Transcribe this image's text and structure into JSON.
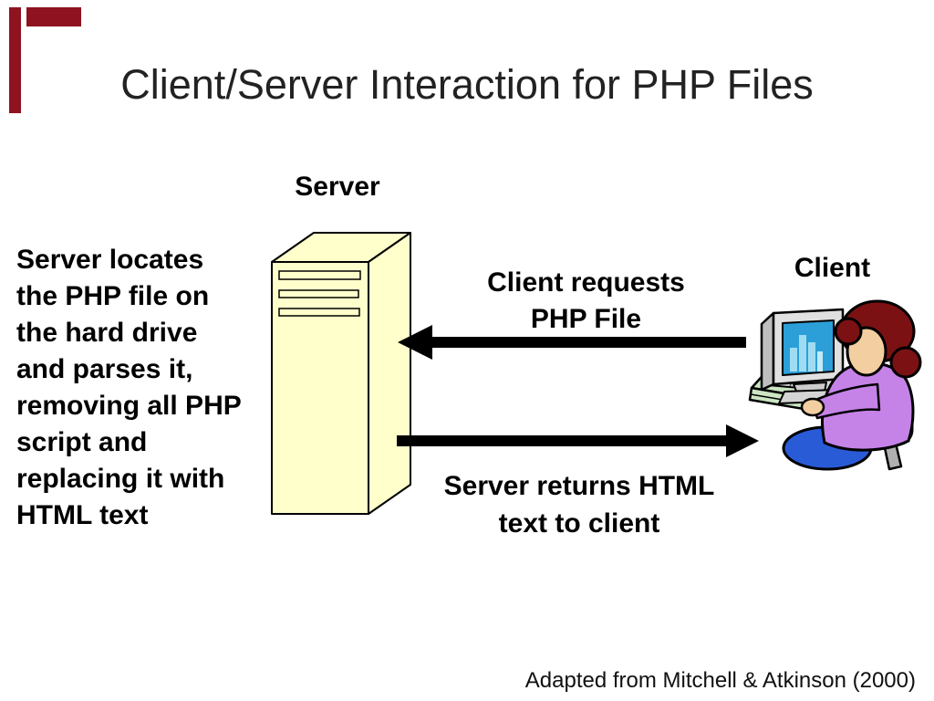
{
  "title": "Client/Server Interaction for PHP Files",
  "diagram": {
    "server_label": "Server",
    "client_label": "Client",
    "server_process_text": "Server locates\nthe PHP file on\nthe hard drive\nand parses it,\nremoving all PHP\nscript and\nreplacing it with\nHTML text",
    "request_arrow_label": "Client requests\nPHP File",
    "response_arrow_label": "Server returns HTML\ntext to client"
  },
  "footer": {
    "attribution": "Adapted from Mitchell & Atkinson (2000)"
  },
  "icons": {
    "server_tower": "server-tower-3d",
    "request_arrow": "thick-left-arrow",
    "response_arrow": "thick-right-arrow",
    "client_workstation": "person-at-computer-clipart"
  },
  "colors": {
    "accent_bar": "#8E1220",
    "background": "#FFFFFF",
    "title_text": "#222222",
    "body_text": "#000000",
    "server_box_fill": "#FFFFCC",
    "outline": "#000000",
    "arrow": "#000000",
    "monitor_case": "#E0E0E0",
    "monitor_screen": "#2C9FD9",
    "screen_chart_bars": "#9FDCF2",
    "desk": "#CCE6C4",
    "keyboard": "#DADADA",
    "chair": "#6FAE5C",
    "chair_pole": "#B0B0B0",
    "sweater": "#C583E8",
    "skirt": "#2A5BD7",
    "hair": "#7B1113",
    "skin": "#F2CEA0"
  }
}
